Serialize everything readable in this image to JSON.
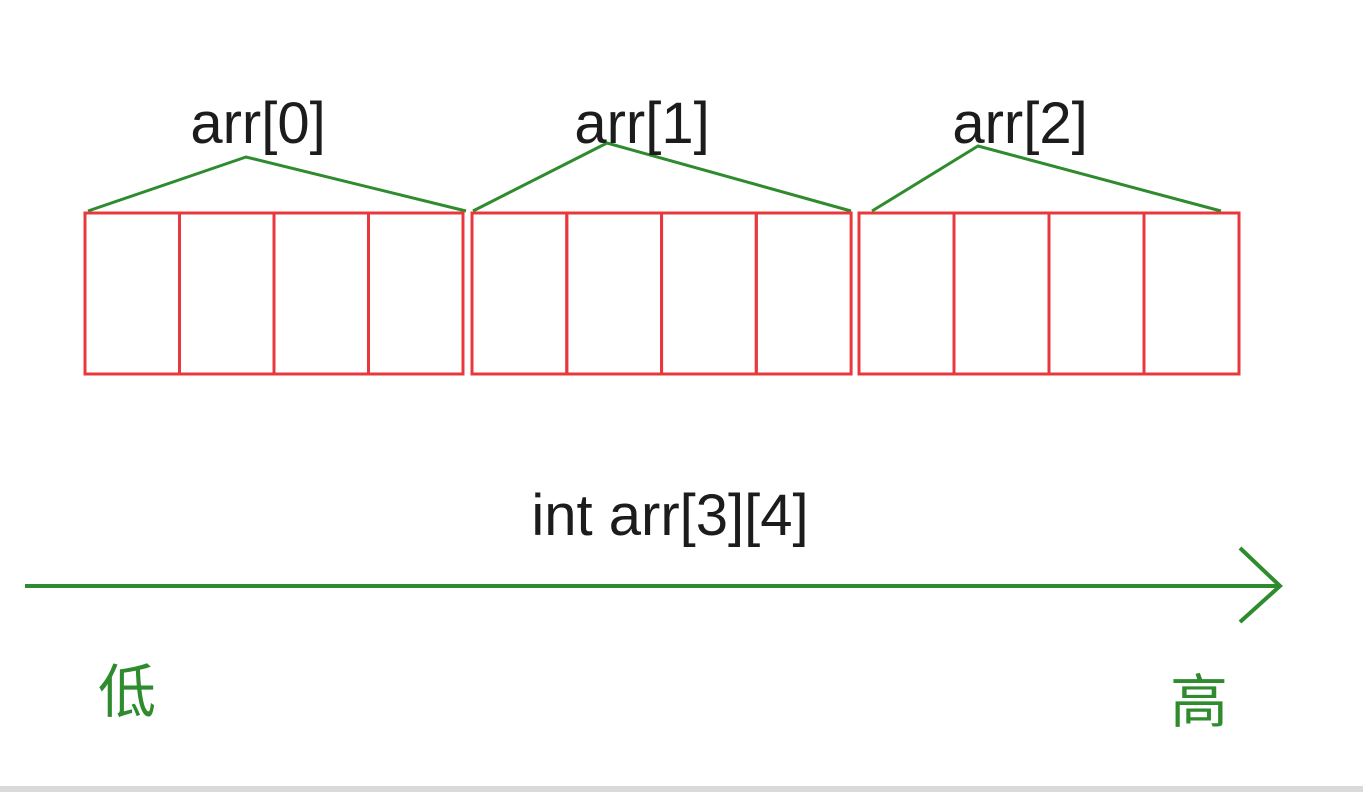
{
  "rows": [
    {
      "label": "arr[0]"
    },
    {
      "label": "arr[1]"
    },
    {
      "label": "arr[2]"
    }
  ],
  "cells_per_row": 4,
  "declaration": "int arr[3][4]",
  "axis": {
    "low_label": "低",
    "high_label": "高"
  },
  "colors": {
    "cell_border": "#e8383d",
    "bracket_line": "#2e8b2e",
    "axis_line": "#2e8b2e",
    "axis_label": "#2e8b2e",
    "text": "#1c1c1c"
  }
}
